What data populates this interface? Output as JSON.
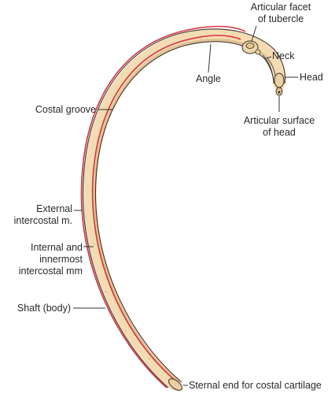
{
  "figure": {
    "title": "",
    "colors": {
      "bone_fill": "#f3dcb4",
      "bone_shade": "#d9b98a",
      "bone_outline": "#3a3026",
      "intercostal_muscle": "#d8323f",
      "label_text": "#2a2a2a"
    },
    "labels": {
      "articular_facet_line1": "Articular facet",
      "articular_facet_line2": "of tubercle",
      "neck": "Neck",
      "head": "Head",
      "angle": "Angle",
      "articular_surface_line1": "Articular surface",
      "articular_surface_line2": "of head",
      "costal_groove": "Costal groove",
      "external_line1": "External",
      "external_line2": "intercostal m.",
      "internal_line1": "Internal and",
      "internal_line2": "innermost",
      "internal_line3": "intercostal mm",
      "shaft": "Shaft (body)",
      "sternal_end": "Sternal end for costal cartilage"
    }
  }
}
